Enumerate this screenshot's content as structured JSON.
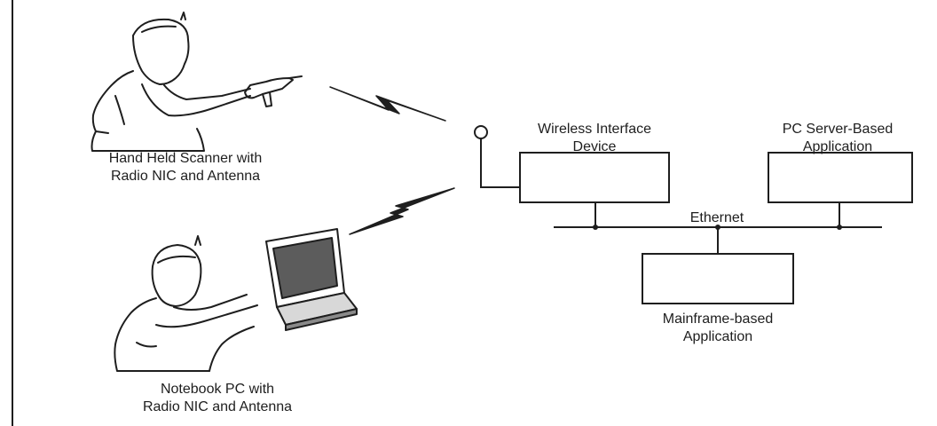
{
  "figure": {
    "scanner_label": [
      "Hand Held Scanner with",
      "Radio NIC and Antenna"
    ],
    "notebook_label": [
      "Notebook PC with",
      "Radio NIC and Antenna"
    ],
    "wireless_label": [
      "Wireless Interface",
      "Device"
    ],
    "server_label": [
      "PC Server-Based",
      "Application"
    ],
    "ethernet_label": "Ethernet",
    "mainframe_label": [
      "Mainframe-based",
      "Application"
    ]
  },
  "colors": {
    "ink": "#1e1e1e",
    "background": "#ffffff"
  },
  "icons": [
    "person-scanner-illustration",
    "person-notebook-illustration",
    "lightning-bolt-icon",
    "antenna-icon"
  ]
}
